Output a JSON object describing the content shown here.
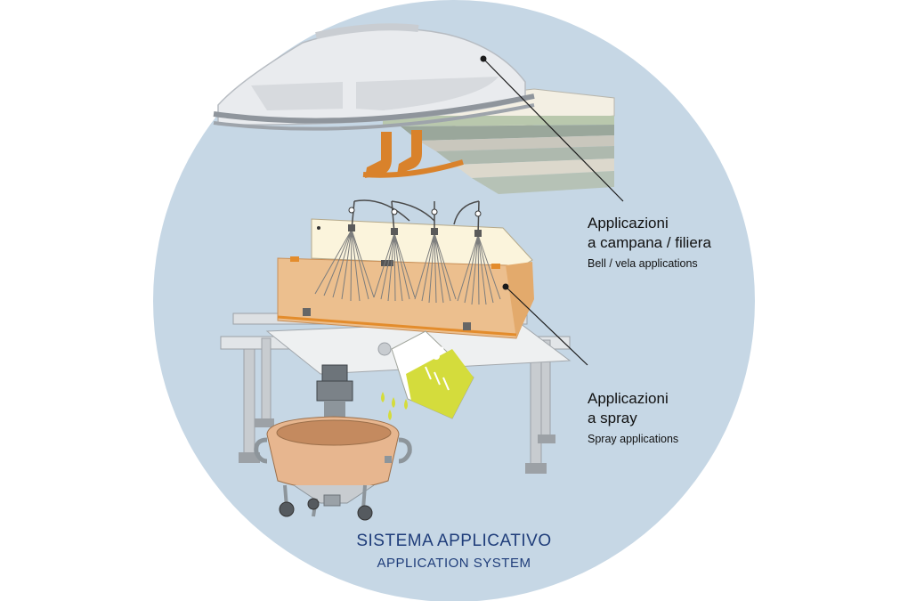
{
  "colors": {
    "circle": "#c6d7e5",
    "title_blue": "#1f3d7a",
    "tray": "#e2a35f",
    "tray_light": "#f2cfa5",
    "cover": "#fbf4dc",
    "hanger": "#d9822b",
    "steel": "#b9bcbf",
    "liquid": "#d4dc3c"
  },
  "callouts": {
    "bell": {
      "title_line1": "Applicazioni",
      "title_line2": "a campana / filiera",
      "subtitle": "Bell / vela applications"
    },
    "spray": {
      "title_line1": "Applicazioni",
      "title_line2": "a spray",
      "subtitle": "Spray applications"
    }
  },
  "system": {
    "title": "SISTEMA APPLICATIVO",
    "subtitle": "APPLICATION SYSTEM"
  },
  "icons": {
    "bell_applicator": "bell-applicator-illustration",
    "spray_booth": "spray-booth-illustration",
    "mixing_tank": "mixing-tank-illustration",
    "pouring_jug": "pouring-jug-illustration"
  }
}
